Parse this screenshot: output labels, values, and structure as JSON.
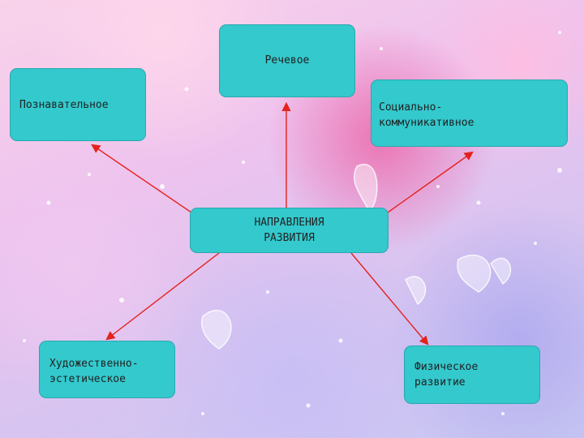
{
  "nodes": {
    "center": "НАПРАВЛЕНИЯ\nРАЗВИТИЯ",
    "speech": "Речевое",
    "cognitive": "Познавательное",
    "social": "Социально-\nкоммуникативное",
    "artistic": "Художественно-\nэстетическое",
    "physical": "Физическое\nразвитие"
  },
  "colors": {
    "node_fill": "#33c9cd",
    "arrow": "#e3231d"
  }
}
